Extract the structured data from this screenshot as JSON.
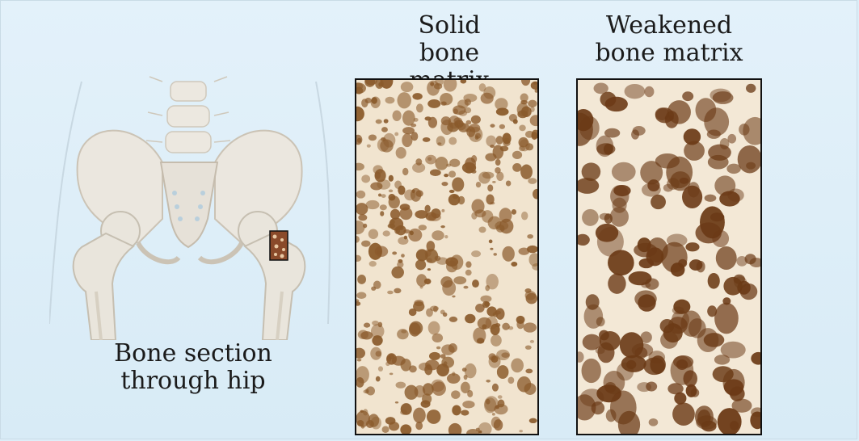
{
  "captions": {
    "hip": [
      "Bone section",
      "through hip"
    ],
    "solid": [
      "Solid",
      "bone matrix"
    ],
    "weakened": [
      "Weakened",
      "bone matrix"
    ]
  },
  "colors": {
    "background": "#ddeef8",
    "bone": "#e9e5dc",
    "bone_shadow": "#c9c2b4",
    "solid_matrix_pores": "#8a5a2b",
    "solid_matrix_bone": "#f1e4cf",
    "weak_matrix_pores": "#6b3a16",
    "weak_matrix_bone": "#f3e8d6"
  },
  "icons": {
    "hip": "pelvis-hip-illustration-icon",
    "solid": "solid-bone-texture-icon",
    "weakened": "porous-bone-texture-icon",
    "marker": "section-marker-icon"
  }
}
